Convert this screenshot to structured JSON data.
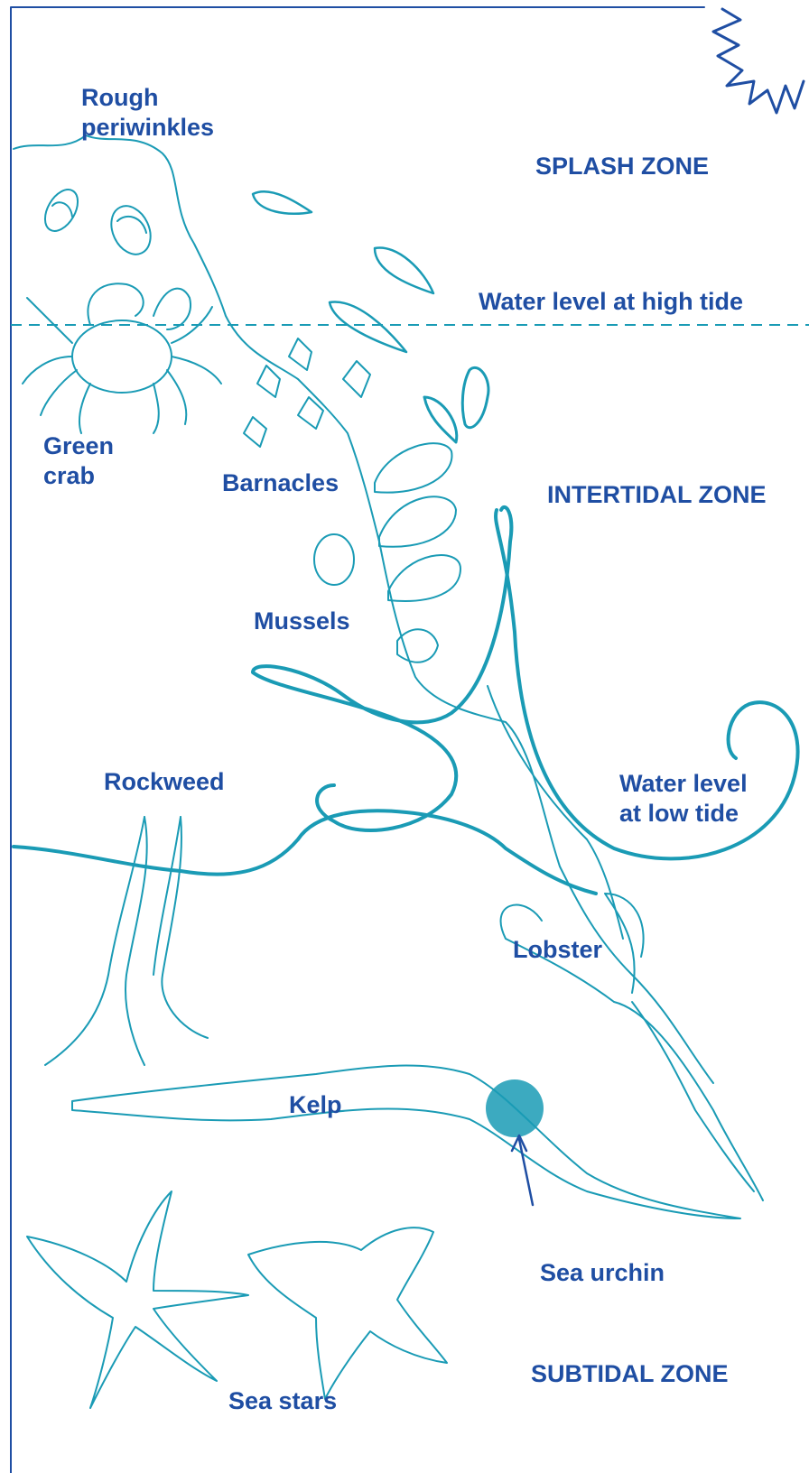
{
  "labels": {
    "rough_periwinkles": "Rough\nperiwinkles",
    "splash_zone": "SPLASH ZONE",
    "water_level_high": "Water level at high tide",
    "green_crab": "Green\ncrab",
    "barnacles": "Barnacles",
    "intertidal_zone": "INTERTIDAL ZONE",
    "mussels": "Mussels",
    "rockweed": "Rockweed",
    "water_level_low": "Water level\nat low tide",
    "lobster": "Lobster",
    "kelp": "Kelp",
    "sea_urchin": "Sea urchin",
    "subtidal_zone": "SUBTIDAL ZONE",
    "sea_stars": "Sea stars"
  },
  "colors": {
    "label_blue": "#1f4ea3",
    "line_teal": "#1a9bb5",
    "border_blue": "#1f4ea3"
  }
}
